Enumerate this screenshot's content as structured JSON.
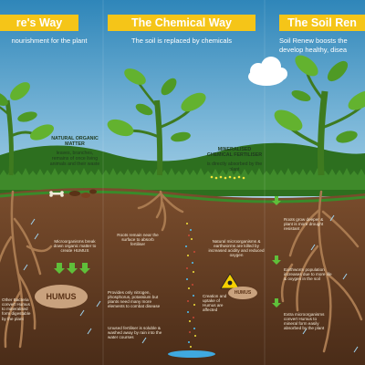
{
  "columns": [
    {
      "title": "re's Way",
      "subtitle": "nourishment for the plant",
      "notes": {
        "organic_matter_title": "NATURAL ORGANIC MATTER",
        "organic_matter_desc": "leaves, branches, remains of once living animals and their waste",
        "microorganisms": "Microorganisms break down organic matter to create HUMUS",
        "humus": "HUMUS",
        "bacteria": "Other Bacteria convert Humus to mineralised form digestable by the plant"
      }
    },
    {
      "title": "The Chemical Way",
      "subtitle": "The soil is replaced by chemicals",
      "notes": {
        "fertiliser_title": "MINERALISED CHEMICAL FERTILISER",
        "fertiliser_desc": "is directly absorbed by the plant",
        "roots_near": "Roots remain near the surface to absorb fertiliser",
        "provides": "Provides only nitrogen, phosphorus, potassium but plants need many more elements to combat disease",
        "unused": "Unused fertiliser is soluble & washed away by rain into the water courses",
        "killed": "Natural microorganisms & earthworms are killed by increased acidity and reduced oxygen",
        "humus": "HUMUS",
        "creation": "Creation and uptake of Humus are affected"
      }
    },
    {
      "title": "The Soil Ren",
      "subtitle": "Soil Renew boosts the develop healthy, disea",
      "notes": {
        "roots_deeper": "Roots grow deeper & plant is more drought resistant",
        "earthworm": "Earthworm population increases due to more life & oxygen in the soil",
        "extra": "Extra microorganisms convert Humus to mineral form easily absorbed by the plant"
      }
    }
  ],
  "colors": {
    "sky": "#cfe5f2",
    "banner": "#f5c518",
    "grass": "#3f8a2a",
    "soil": "#6a4228",
    "leaf": "#63b22f",
    "humus": "#c9a27e"
  },
  "icons": [
    "cloud-icon",
    "hazard-icon",
    "plant-icon",
    "roots-icon"
  ]
}
